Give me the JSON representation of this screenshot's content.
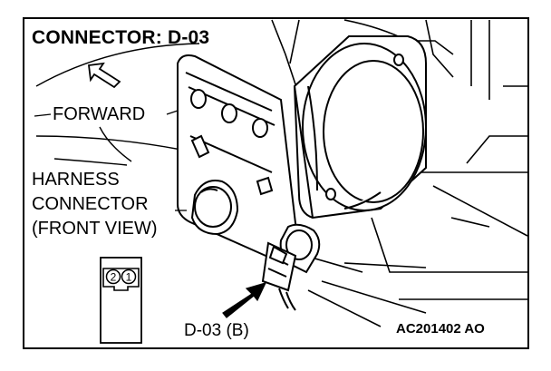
{
  "title": "CONNECTOR: D-03",
  "direction_label": "FORWARD",
  "harness_label_lines": [
    "HARNESS",
    "CONNECTOR",
    "(FRONT VIEW)"
  ],
  "connector_pins": [
    "2",
    "1"
  ],
  "part_label": "D-03 (B)",
  "figure_code": "AC201402 AO",
  "colors": {
    "line": "#000000",
    "background": "#ffffff"
  }
}
